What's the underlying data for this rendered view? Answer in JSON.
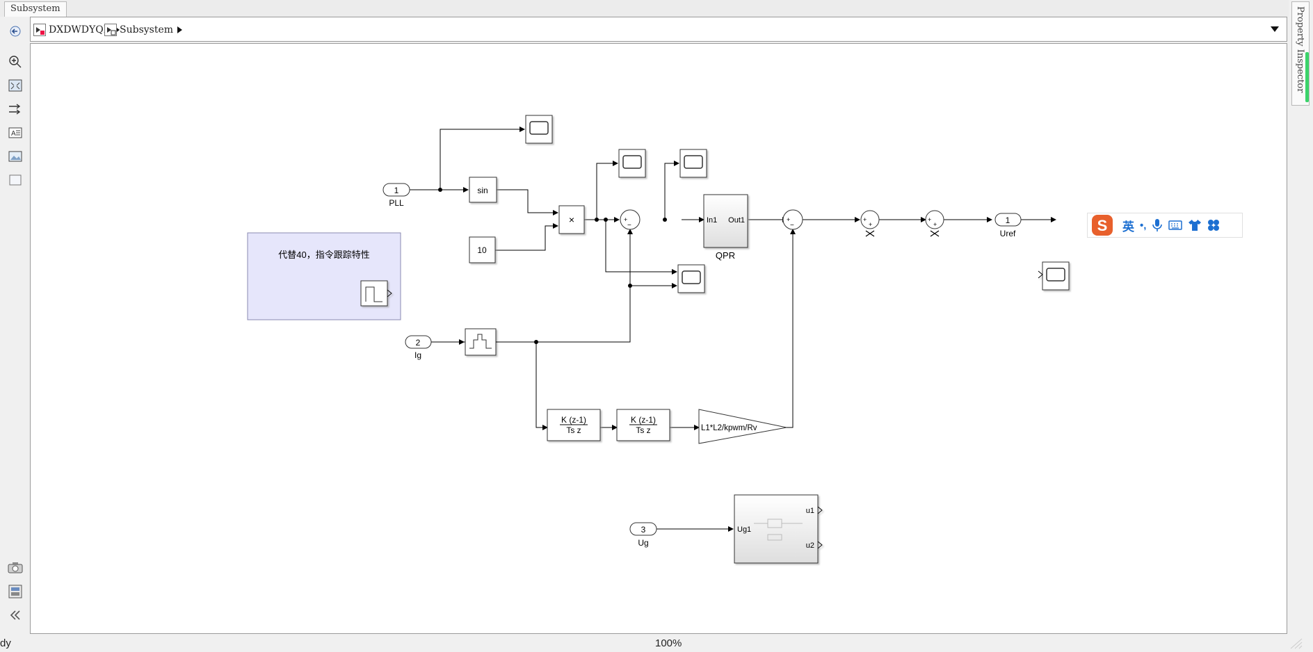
{
  "tab": {
    "label": "Subsystem"
  },
  "breadcrumb": {
    "items": [
      "DXDWDYQK",
      "Subsystem"
    ]
  },
  "right_panel": {
    "label": "Property Inspector"
  },
  "status": {
    "left": "dy",
    "zoom": "100%"
  },
  "ime": {
    "lang": "英",
    "punct": "•,"
  },
  "blocks": {
    "pll_port": {
      "num": "1",
      "name": "PLL"
    },
    "ig_port": {
      "num": "2",
      "name": "Ig"
    },
    "ug_port": {
      "num": "3",
      "name": "Ug"
    },
    "uref_port": {
      "num": "1",
      "name": "Uref"
    },
    "sin": "sin",
    "const10": "10",
    "product": "×",
    "qpr": {
      "in": "In1",
      "out": "Out1",
      "name": "QPR"
    },
    "delay1": {
      "num": "K (z-1)",
      "den": "Ts z"
    },
    "delay2": {
      "num": "K (z-1)",
      "den": "Ts z"
    },
    "gain": "L1*L2/kpwm/Rv",
    "annotation": "代替40，指令跟踪特性",
    "sub": {
      "in": "Ug1",
      "out1": "u1",
      "out2": "u2"
    },
    "sum_plus": "+",
    "sum_minus": "−"
  }
}
